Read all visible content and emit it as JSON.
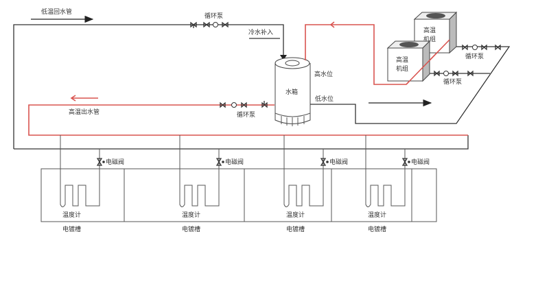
{
  "labels": {
    "return_pipe": "低温回水管",
    "top_pump": "循环泵",
    "cold_water_inlet": "冷水补入",
    "hot_outlet_pipe": "高温出水管",
    "outlet_pump": "循环泵",
    "tank": "水箱",
    "high_level": "高水位",
    "low_level": "低水位",
    "unit_1": [
      "高温",
      "机组"
    ],
    "unit_2": [
      "高温",
      "机组"
    ],
    "unit_pump_1": "循环泵",
    "unit_pump_2": "循环泵"
  },
  "baths": [
    {
      "valve": "电磁阀",
      "thermometer": "温度计",
      "tank": "电镀槽"
    },
    {
      "valve": "电磁阀",
      "thermometer": "温度计",
      "tank": "电镀槽"
    },
    {
      "valve": "电磁阀",
      "thermometer": "温度计",
      "tank": "电镀槽"
    },
    {
      "valve": "电磁阀",
      "thermometer": "温度计",
      "tank": "电镀槽"
    }
  ],
  "colors": {
    "hot": "#d9534f",
    "cold": "#333333"
  }
}
